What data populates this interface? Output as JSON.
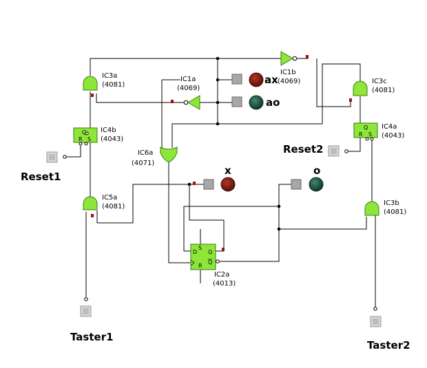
{
  "components": {
    "ic3a": {
      "name": "IC3a",
      "type": "(4081)"
    },
    "ic1a": {
      "name": "IC1a",
      "type": "(4069)"
    },
    "ic1b": {
      "name": "IC1b",
      "type": "(4069)"
    },
    "ic3c": {
      "name": "IC3c",
      "type": "(4081)"
    },
    "ic4b": {
      "name": "IC4b",
      "type": "(4043)"
    },
    "ic4a": {
      "name": "IC4a",
      "type": "(4043)"
    },
    "ic6a": {
      "name": "IC6a",
      "type": "(4071)"
    },
    "ic5a": {
      "name": "IC5a",
      "type": "(4081)"
    },
    "ic3b": {
      "name": "IC3b",
      "type": "(4081)"
    },
    "ic2a": {
      "name": "IC2a",
      "type": "(4013)"
    }
  },
  "pins": {
    "q": "Q",
    "r": "R",
    "s": "S",
    "d": "D"
  },
  "labels": {
    "ax": "ax",
    "ao": "ao",
    "x": "x",
    "o": "o",
    "reset1": "Reset1",
    "reset2": "Reset2",
    "taster1": "Taster1",
    "taster2": "Taster2"
  },
  "leds": {
    "red": "#7a1a12",
    "green": "#1f5a45"
  },
  "colors": {
    "gate": "#8ee63a",
    "button": "#d7d7d7",
    "wire": "#000000"
  }
}
